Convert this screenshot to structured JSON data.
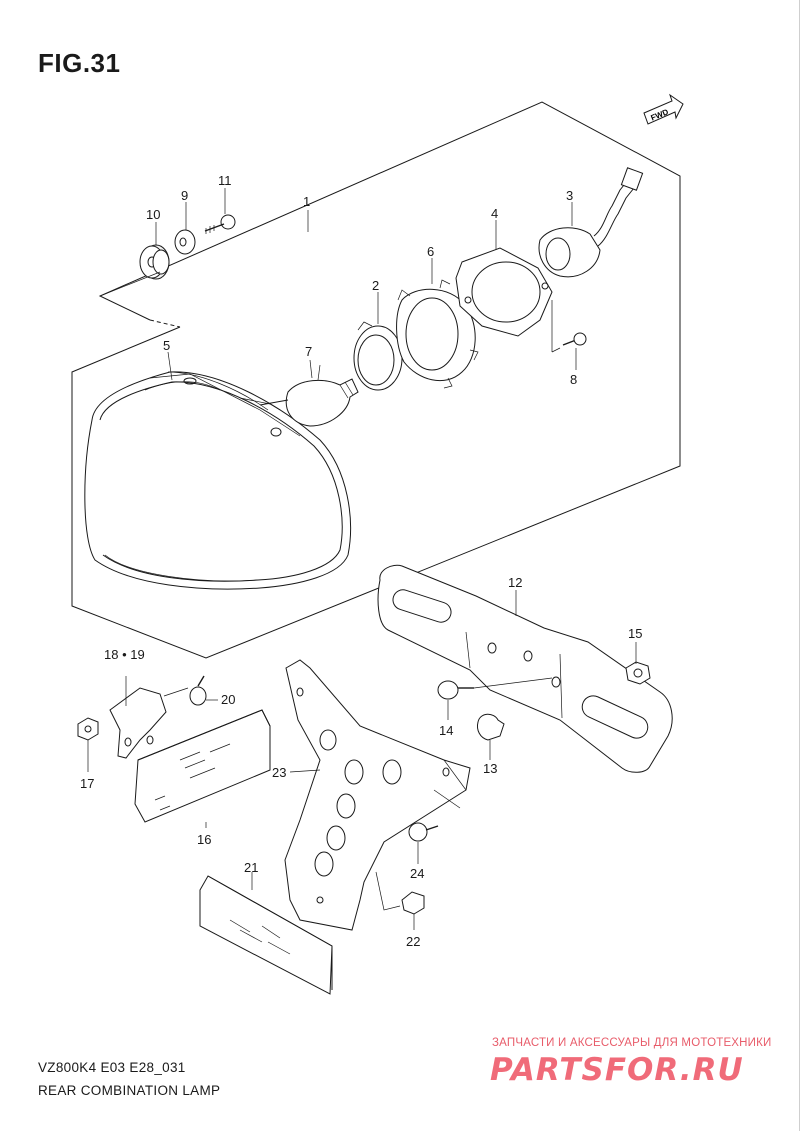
{
  "figure": {
    "title": "FIG.31",
    "model_code": "VZ800K4 E03 E28_031",
    "caption": "REAR COMBINATION LAMP",
    "fwd_label": "FWD"
  },
  "watermark": {
    "tagline": "ЗАПЧАСТИ И АКСЕССУАРЫ ДЛЯ МОТОТЕХНИКИ",
    "logo": "PARTSFOR.RU",
    "color": "#f06b79"
  },
  "part_numbers": {
    "p1": "1",
    "p2": "2",
    "p3": "3",
    "p4": "4",
    "p5": "5",
    "p6": "6",
    "p7": "7",
    "p8": "8",
    "p9": "9",
    "p10": "10",
    "p11": "11",
    "p12": "12",
    "p13": "13",
    "p14": "14",
    "p15": "15",
    "p16": "16",
    "p17": "17",
    "p18_19": "18 • 19",
    "p20": "20",
    "p21": "21",
    "p22": "22",
    "p23": "23",
    "p24": "24"
  }
}
